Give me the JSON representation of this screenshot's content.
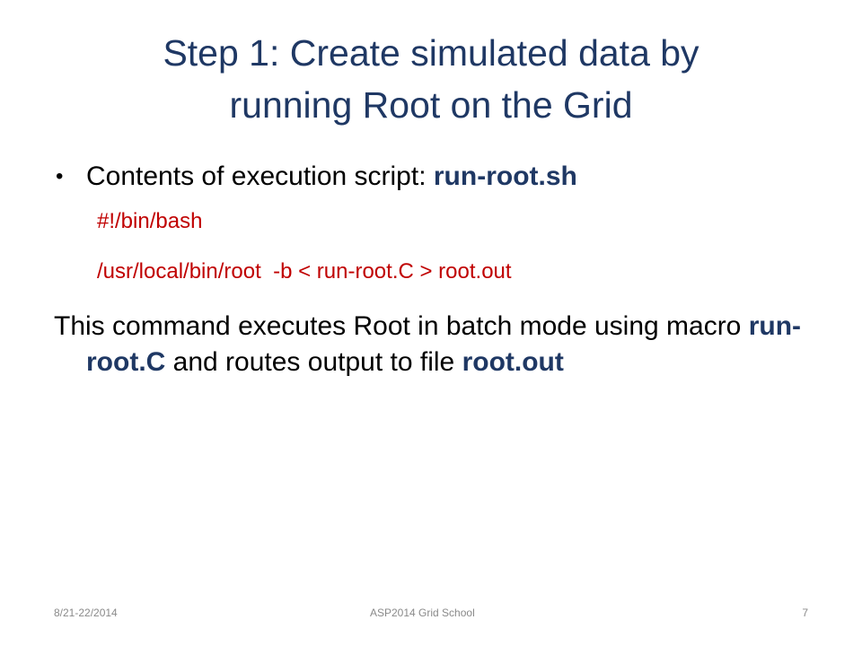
{
  "slide": {
    "title_line1": "Step 1: Create simulated data by",
    "title_line2": "running Root on the Grid",
    "bullet": {
      "text": "Contents of execution script: ",
      "filename": "run-root.sh"
    },
    "code_lines": [
      "#!/bin/bash",
      "/usr/local/bin/root  -b < run-root.C > root.out"
    ],
    "paragraph": {
      "part1": "This command executes Root in batch mode using macro ",
      "macro": "run-root.C",
      "part2": " and routes output to file ",
      "outfile": "root.out"
    },
    "footer": {
      "date": "8/21-22/2014",
      "center": "ASP2014 Grid School",
      "page": "7"
    }
  }
}
